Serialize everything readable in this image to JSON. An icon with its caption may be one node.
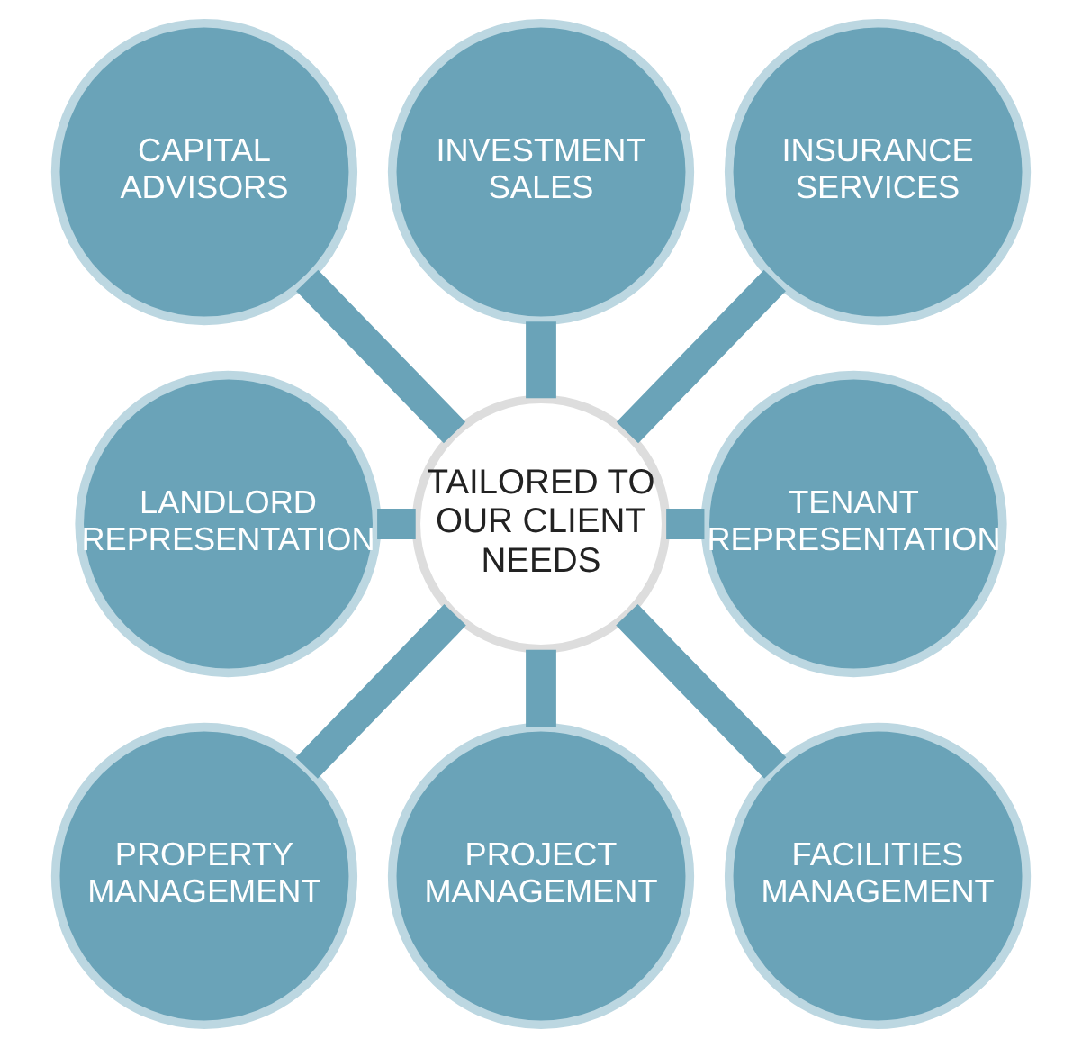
{
  "diagram": {
    "nodes": [
      {
        "text": [
          "CAPITAL ADVISORS"
        ]
      },
      {
        "text": [
          "INVESTMENT SALES"
        ]
      },
      {
        "text": [
          "INSURANCE SERVICES"
        ]
      },
      {
        "text": [
          "LANDLORD REPRESENTATION"
        ]
      },
      {
        "text": [
          "TAILORED TO OUR CLIENT NEEDS"
        ]
      },
      {
        "text": [
          "TENANT REPRESENTATION"
        ]
      },
      {
        "text": [
          "PROPERTY MANAGEMENT"
        ]
      },
      {
        "text": [
          "PROJECT MANAGEMENT"
        ]
      },
      {
        "text": [
          "FACILITIES MANAGEMENT"
        ]
      }
    ],
    "edges": [
      {
        "from": 0,
        "to": 4,
        "arrow": "none"
      },
      {
        "from": 1,
        "to": 4,
        "arrow": "none"
      },
      {
        "from": 2,
        "to": 4,
        "arrow": "none"
      },
      {
        "from": 3,
        "to": 4,
        "arrow": "none"
      },
      {
        "from": 4,
        "to": 5,
        "arrow": "none"
      },
      {
        "from": 4,
        "to": 6,
        "arrow": "none"
      },
      {
        "from": 4,
        "to": 7,
        "arrow": "none"
      },
      {
        "from": 4,
        "to": 8,
        "arrow": "none"
      }
    ]
  }
}
